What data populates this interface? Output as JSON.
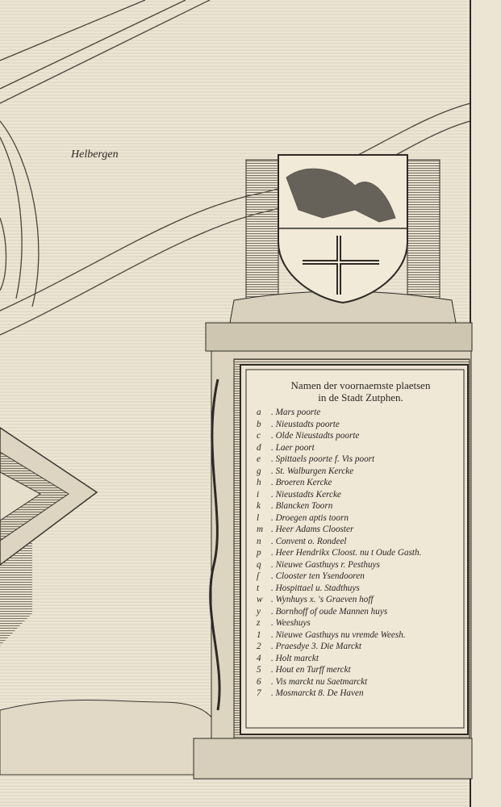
{
  "map": {
    "place_labels": [
      "Helbergen"
    ],
    "legend": {
      "title_line1": "Namen der voornaemste plaetsen",
      "title_line2": "in de Stadt Zutphen.",
      "entries": [
        {
          "key": "a",
          "text": ". Mars poorte"
        },
        {
          "key": "b",
          "text": ". Nieustadts poorte"
        },
        {
          "key": "c",
          "text": ". Olde Nieustadts poorte"
        },
        {
          "key": "d",
          "text": ". Laer poort"
        },
        {
          "key": "e",
          "text": ". Spittaels poorte  f. Vis poort"
        },
        {
          "key": "g",
          "text": ". St. Walburgen Kercke"
        },
        {
          "key": "h",
          "text": ". Broeren Kercke"
        },
        {
          "key": "i",
          "text": ". Nieustadts Kercke"
        },
        {
          "key": "k",
          "text": ". Blancken Toorn"
        },
        {
          "key": "l",
          "text": ". Droegen aptis toorn"
        },
        {
          "key": "m",
          "text": ". Heer Adams Clooster"
        },
        {
          "key": "n",
          "text": ". Convent  o. Rondeel"
        },
        {
          "key": "p",
          "text": ". Heer Hendrikx Cloost. nu t Oude Gasth."
        },
        {
          "key": "q",
          "text": ". Nieuwe Gasthuys  r. Pesthuys"
        },
        {
          "key": "ſ",
          "text": ". Clooster ten Ysendooren"
        },
        {
          "key": "t",
          "text": ". Hospittael  u. Stadthuys"
        },
        {
          "key": "w",
          "text": ". Wynhuys  x. 's Graeven hoff"
        },
        {
          "key": "y",
          "text": ". Bornhoff of oude Mannen huys"
        },
        {
          "key": "z",
          "text": ". Weeshuys"
        },
        {
          "key": "1",
          "text": ". Nieuwe Gasthuys nu vremde Weesh."
        },
        {
          "key": "2",
          "text": ". Praesdye  3. Die Marckt"
        },
        {
          "key": "4",
          "text": ". Holt marckt"
        },
        {
          "key": "5",
          "text": ". Hout en Turff merckt"
        },
        {
          "key": "6",
          "text": ". Vis marckt nu Saetmarckt"
        },
        {
          "key": "7",
          "text": ". Mosmarckt  8. De Haven"
        }
      ]
    }
  }
}
